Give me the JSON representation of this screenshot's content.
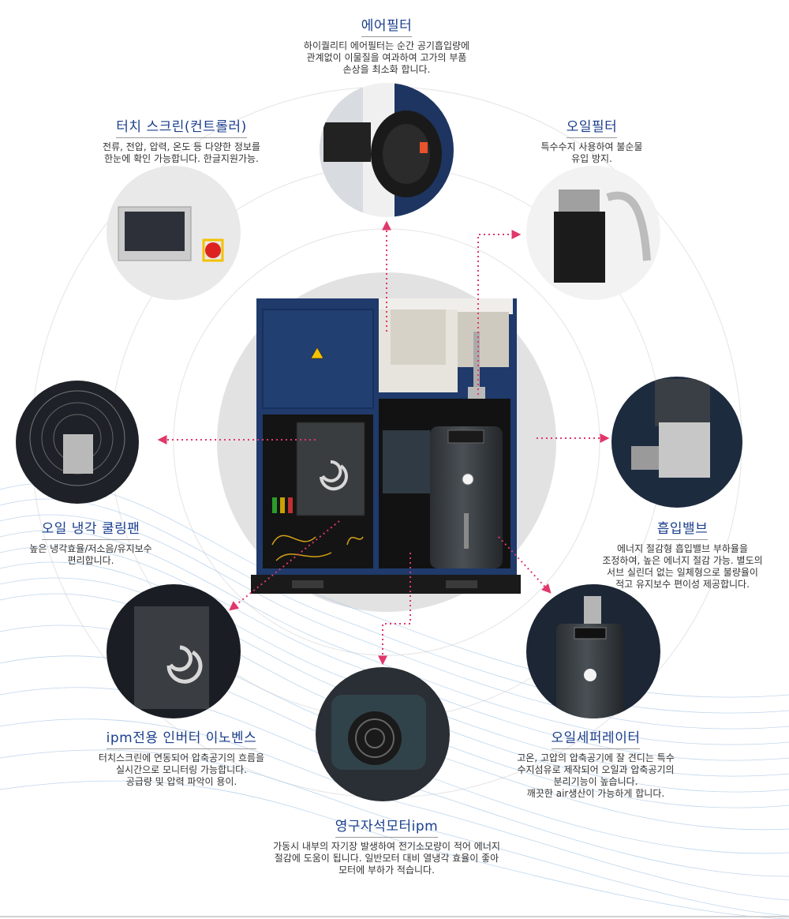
{
  "callouts": {
    "air_filter": {
      "title": "에어필터",
      "desc": "하이퀄리티 에어필터는 순간 공기흡입량에\n관계없이 이물질을 여과하여 고가의 부품\n손상을 최소화 합니다."
    },
    "touch_screen": {
      "title": "터치 스크린(컨트롤러)",
      "desc": "전류, 전압, 압력, 온도 등 다양한 정보를\n한눈에 확인 가능합니다. 한글지원가능."
    },
    "oil_filter": {
      "title": "오일필터",
      "desc": "특수수지 사용하여 불순물\n유입 방지."
    },
    "cooling_fan": {
      "title": "오일 냉각 쿨링팬",
      "desc": "높은 냉각효율/저소음/유지보수\n편리합니다."
    },
    "intake_valve": {
      "title": "흡입밸브",
      "desc": "에너지 절감형 흡입밸브 부하율을\n조정하여, 높은 에너지 절감 가능. 별도의\n서브 실린더 없는 일체형으로 불량율이\n적고 유지보수 편이성 제공합니다."
    },
    "inverter": {
      "title": "ipm전용 인버터 이노벤스",
      "desc": "터치스크린에 연동되어 압축공기의 흐름을\n실시간으로 모니터링 가능합니다.\n공급량 및 압력 파악이 용이."
    },
    "oil_separator": {
      "title": "오일세퍼레이터",
      "desc": "고온, 고압의 압축공기에 잘 견디는 특수\n수지섬유로 제작되어 오일과 압축공기의\n분리기능이 높습니다.\n깨끗한 air생산이 가능하게 합니다."
    },
    "motor": {
      "title": "영구자석모터ipm",
      "desc": "가동시 내부의 자기장 발생하여 전기소모량이 적어 에너지\n절감에 도움이 됩니다. 일반모터 대비 열냉각 효율이 좋아\n모터에 부하가 적습니다."
    }
  },
  "colors": {
    "title_blue": "#1a3e8c",
    "arrow_pink": "#e0386a",
    "cabinet_blue": "#1f3a6b",
    "wave_blue": "#b9d3ea"
  },
  "icons": [
    "warning-icon",
    "logo-swirl-icon",
    "emergency-stop-icon",
    "pressure-gauge-icon"
  ]
}
